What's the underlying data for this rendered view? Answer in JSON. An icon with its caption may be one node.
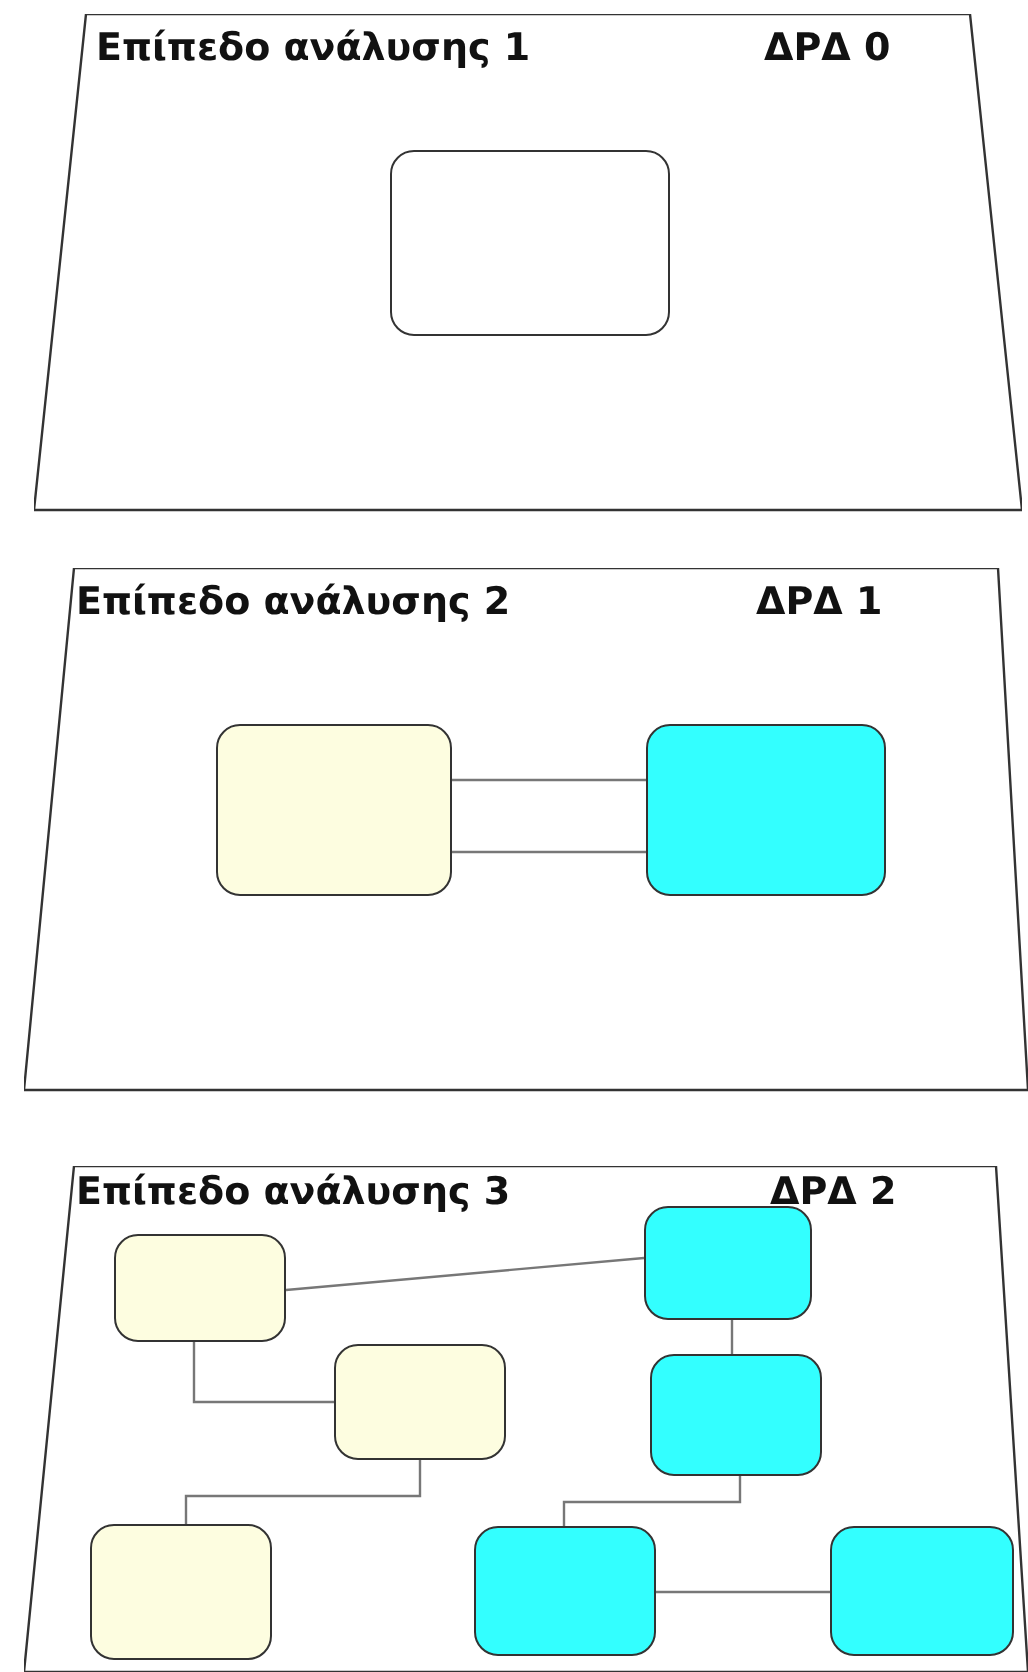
{
  "diagram": {
    "nodes": [
      {
        "text": [
          "Επίπεδο ανάλυσης 1",
          "ΔΡΔ 0"
        ]
      },
      {
        "text": [],
        "shape": "box",
        "in": 0
      },
      {
        "text": [
          "Επίπεδο ανάλυσης 2",
          "ΔΡΔ 1"
        ]
      },
      {
        "text": [],
        "shape": "box",
        "in": 2
      },
      {
        "text": [],
        "shape": "box",
        "in": 2
      },
      {
        "text": [
          "Επίπεδο ανάλυσης 3",
          "ΔΡΔ 2"
        ]
      },
      {
        "text": [],
        "shape": "box",
        "in": 5
      },
      {
        "text": [],
        "shape": "box",
        "in": 5
      },
      {
        "text": [],
        "shape": "box",
        "in": 5
      },
      {
        "text": [],
        "shape": "box",
        "in": 5
      },
      {
        "text": [],
        "shape": "box",
        "in": 5
      },
      {
        "text": [],
        "shape": "box",
        "in": 5
      },
      {
        "text": [],
        "shape": "box",
        "in": 5
      }
    ],
    "edges": [
      {
        "from": 3,
        "to": 4,
        "arrow": "none"
      },
      {
        "from": 3,
        "to": 4,
        "arrow": "none"
      },
      {
        "from": 6,
        "to": 7,
        "arrow": "none"
      },
      {
        "from": 6,
        "to": 8,
        "arrow": "none"
      },
      {
        "from": 8,
        "to": 10,
        "arrow": "none"
      },
      {
        "from": 7,
        "to": 9,
        "arrow": "none"
      },
      {
        "from": 9,
        "to": 11,
        "arrow": "none"
      },
      {
        "from": 11,
        "to": 12,
        "arrow": "none"
      }
    ]
  }
}
